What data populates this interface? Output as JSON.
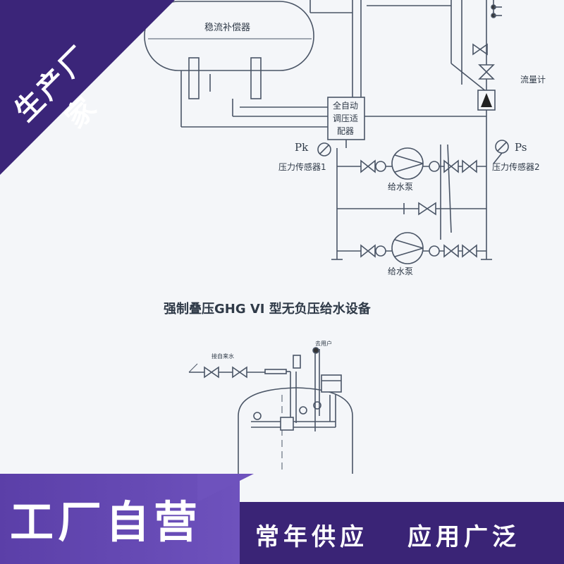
{
  "corner_tag": "生产厂家",
  "diagram_labels": {
    "compensator": "稳流补偿器",
    "controller_line1": "全自动",
    "controller_line2": "调压适",
    "controller_line3": "配器",
    "pk": "Pk",
    "ps": "Ps",
    "sensor1": "压力传感器1",
    "sensor2": "压力传感器2",
    "flowmeter": "流量计",
    "pump_top": "给水泵",
    "pump_bottom": "给水泵",
    "from_main": "接自来水",
    "to_user": "去用户"
  },
  "caption": "强制叠压GHG VI 型无负压给水设备",
  "banner": {
    "main": "工厂自营",
    "tag1": "常年供应",
    "tag2": "应用广泛"
  },
  "colors": {
    "line": "#4a5566",
    "purple_dark": "#3b2579",
    "purple_light": "#6e52bd",
    "background": "#f4f6f9"
  }
}
